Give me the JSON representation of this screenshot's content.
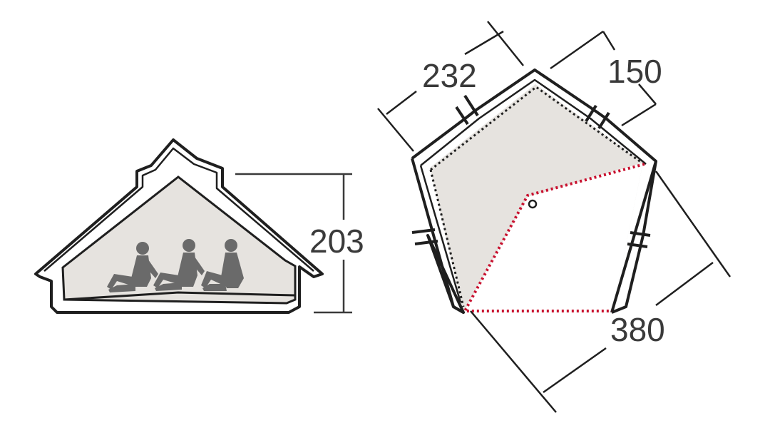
{
  "diagram": {
    "dimensions": {
      "height": "203",
      "side_a": "232",
      "side_b": "150",
      "width": "380"
    },
    "colors": {
      "outline": "#1f1f1f",
      "fill": "#e6e3df",
      "dimension_line": "#3a3a3a",
      "figure": "#6a6a6a",
      "inner_tent": "#c8102e"
    },
    "icons": [
      "side-view-tent-icon",
      "person-sitting-icon",
      "top-view-tent-icon",
      "center-pole-icon"
    ]
  }
}
